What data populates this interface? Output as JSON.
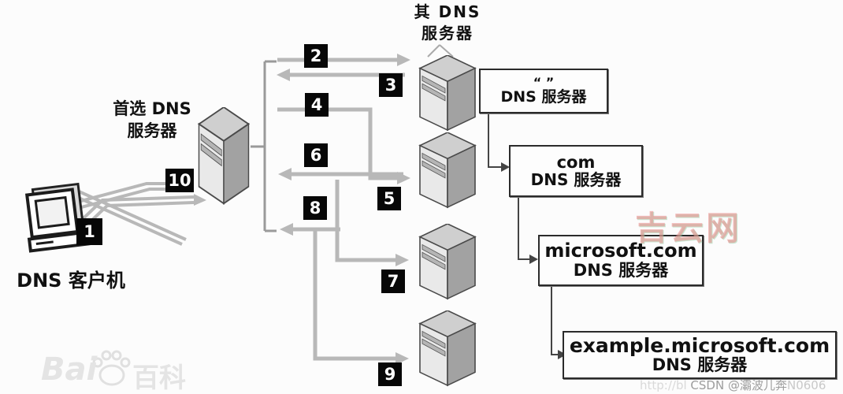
{
  "client": {
    "label": "DNS 客户机"
  },
  "preferred": {
    "line1": "首选 DNS",
    "line2": "服务器"
  },
  "others": {
    "line1": "其  DNS",
    "line2": "服务器"
  },
  "steps": [
    "1",
    "2",
    "3",
    "4",
    "5",
    "6",
    "7",
    "8",
    "9",
    "10"
  ],
  "boxes": [
    {
      "line1": "“ ”",
      "line2": "DNS 服务器"
    },
    {
      "line1": "com",
      "line2": "DNS 服务器"
    },
    {
      "line1": "microsoft.com",
      "line2": "DNS 服务器"
    },
    {
      "line1": "example.microsoft.com",
      "line2": "DNS 服务器"
    }
  ],
  "watermarks": {
    "jiyun": "吉云网",
    "baidu_text": "Bai",
    "baidu_text2": "百科",
    "csdn_prefix": "http://bl ",
    "csdn_main": "CSDN @灞波儿奔",
    "csdn_suffix": "N0606"
  },
  "colors": {
    "arrow_silver": "#b8b8b8",
    "badge_bg": "#070707",
    "badge_fg": "#ffffff",
    "box_border": "#2b2b2b"
  }
}
